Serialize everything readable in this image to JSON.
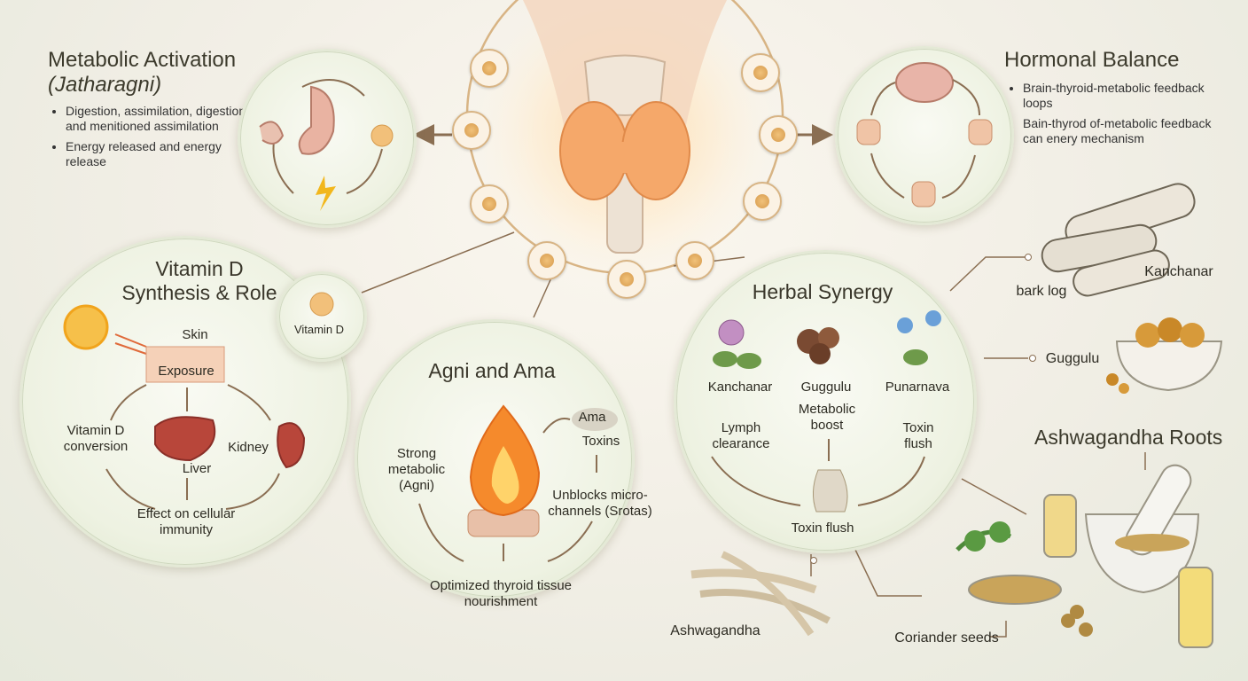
{
  "metabolic": {
    "title_line1": "Metabolic Activation",
    "title_line2": "(Jatharagni)",
    "bullets": [
      "Digestion, assimilation, digestion,, and menitioned assimilation",
      "Energy released and energy release"
    ]
  },
  "hormonal": {
    "title": "Hormonal Balance",
    "bullets": [
      "Brain-thyroid-metabolic feedback loops",
      "Bain-thyrod of-metabolic feedback can enery mechanism"
    ]
  },
  "vitamin_d": {
    "title_line1": "Vitamin D",
    "title_line2": "Synthesis & Role",
    "badge": "Vitamin D",
    "skin": "Skin",
    "exposure": "Exposure",
    "conversion": "Vitamin D conversion",
    "liver": "Liver",
    "kidney": "Kidney",
    "effect": "Effect on cellular immunity"
  },
  "agni": {
    "title": "Agni and Ama",
    "ama": "Ama",
    "toxins": "Toxins",
    "strong": "Strong metabolic (Agni)",
    "unblocks": "Unblocks micro-channels (Srotas)",
    "optimized": "Optimized thyroid tissue nourishment"
  },
  "herbal": {
    "title": "Herbal Synergy",
    "kanchanar": "Kanchanar",
    "guggulu": "Guggulu",
    "punarnava": "Punarnava",
    "lymph": "Lymph clearance",
    "metabolic_boost": "Metabolic boost",
    "toxin_flush_small": "Toxin flush",
    "toxin_flush": "Toxin flush"
  },
  "callouts": {
    "kanchanar": "Kanchanar",
    "bark_log": "bark log",
    "guggulu": "Guggulu",
    "ashwagandha_roots": "Ashwagandha Roots",
    "ashwagandha": "Ashwagandha",
    "coriander": "Coriander seeds"
  },
  "colors": {
    "accent_brown": "#8a6e52",
    "flame_orange": "#f08a2c",
    "circle_green": "#eef2e2"
  }
}
